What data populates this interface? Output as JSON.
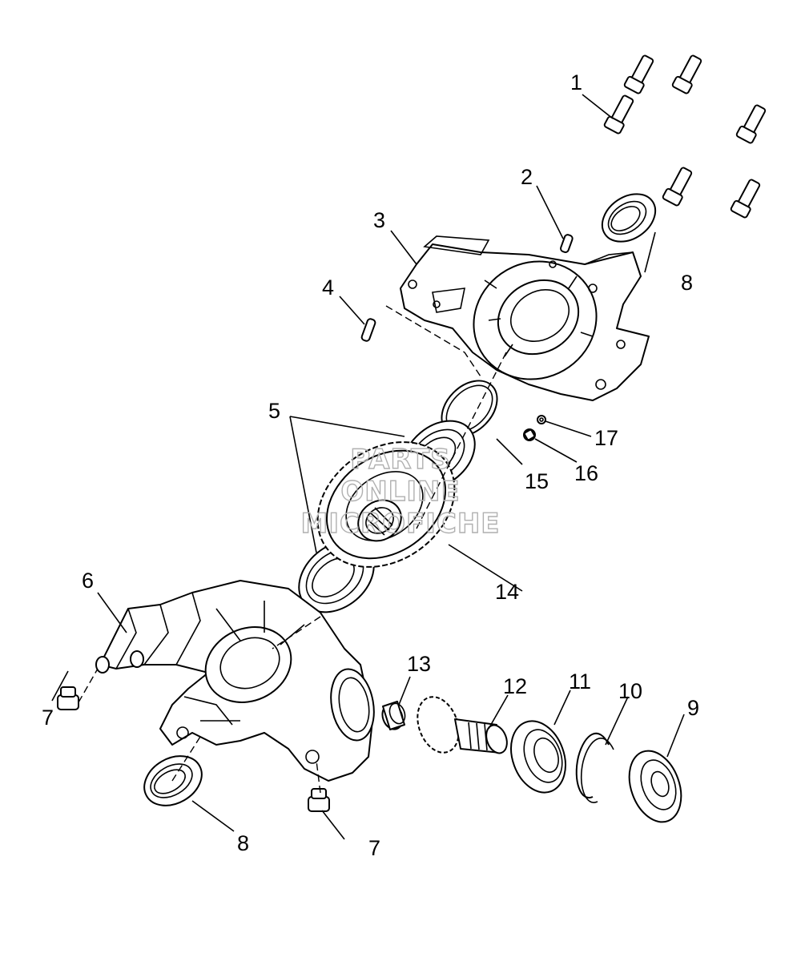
{
  "watermark": {
    "line1": "PARTS",
    "line2": "ONLINE",
    "line3": "MICROFICHE"
  },
  "callouts": [
    {
      "id": "1",
      "label": "1"
    },
    {
      "id": "2",
      "label": "2"
    },
    {
      "id": "3",
      "label": "3"
    },
    {
      "id": "4",
      "label": "4"
    },
    {
      "id": "5",
      "label": "5"
    },
    {
      "id": "6",
      "label": "6"
    },
    {
      "id": "7a",
      "label": "7"
    },
    {
      "id": "7b",
      "label": "7"
    },
    {
      "id": "8a",
      "label": "8"
    },
    {
      "id": "8b",
      "label": "8"
    },
    {
      "id": "9",
      "label": "9"
    },
    {
      "id": "10",
      "label": "10"
    },
    {
      "id": "11",
      "label": "11"
    },
    {
      "id": "12",
      "label": "12"
    },
    {
      "id": "13",
      "label": "13"
    },
    {
      "id": "14",
      "label": "14"
    },
    {
      "id": "15",
      "label": "15"
    },
    {
      "id": "16",
      "label": "16"
    },
    {
      "id": "17",
      "label": "17"
    }
  ],
  "colors": {
    "line": "#000000",
    "background": "#ffffff",
    "watermark": "#b0b0b0"
  }
}
